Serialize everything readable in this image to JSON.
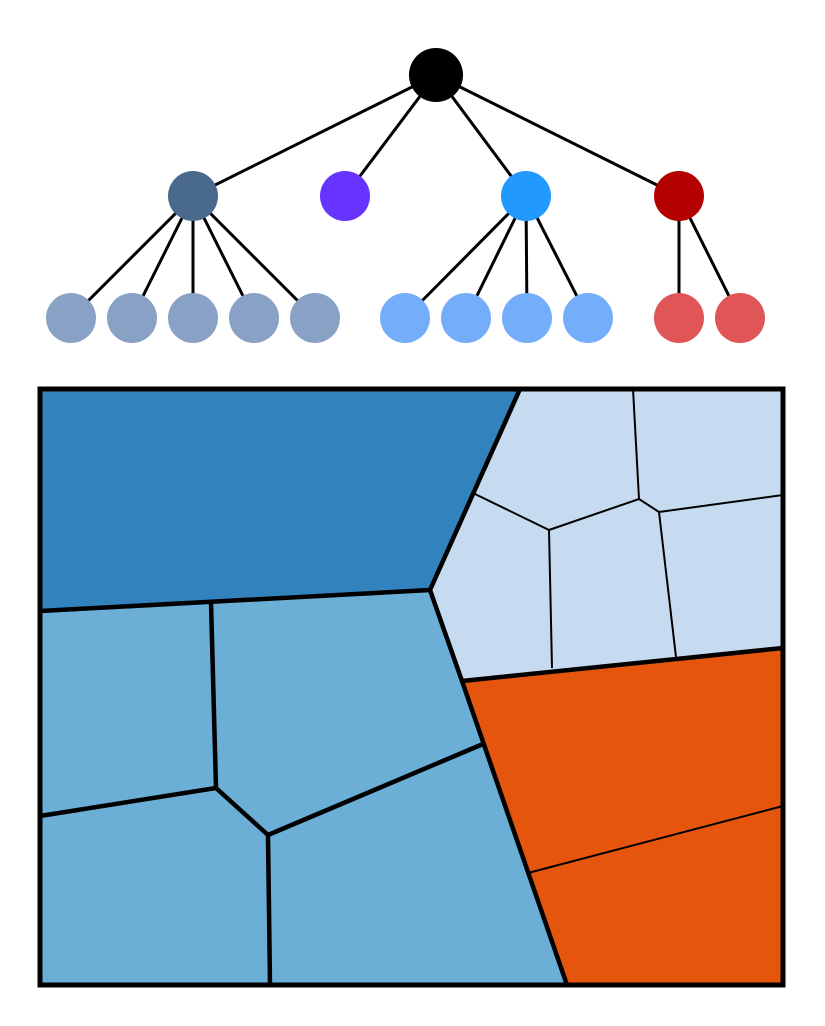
{
  "colors": {
    "background": "#ffffff",
    "outline": "#000000",
    "root": "#000000",
    "group_dark_slate": "#4a6a8d",
    "group_violet": "#6633ff",
    "group_azure": "#2299ff",
    "group_crimson": "#b30000",
    "leaf_slate": "#8aa1c6",
    "leaf_azure": "#74aefa",
    "leaf_crimson": "#e05555",
    "region_dark_blue": "#3282bd",
    "region_mid_blue": "#6baed6",
    "region_light_blue": "#c6dbef",
    "region_orange": "#e6550d"
  },
  "tree": {
    "root": {
      "color": "root"
    },
    "children": [
      {
        "color": "group_dark_slate",
        "leaf_color": "leaf_slate",
        "leaves": 5
      },
      {
        "color": "group_violet",
        "leaf_color": null,
        "leaves": 0
      },
      {
        "color": "group_azure",
        "leaf_color": "leaf_azure",
        "leaves": 4
      },
      {
        "color": "group_crimson",
        "leaf_color": "leaf_crimson",
        "leaves": 2
      }
    ]
  },
  "treemap": {
    "regions": [
      {
        "group": "group_dark_slate",
        "color": "region_dark_blue",
        "cells": 1
      },
      {
        "group": "group_azure",
        "color": "region_light_blue",
        "cells": 5
      },
      {
        "group": "group_slate",
        "color": "region_mid_blue",
        "cells": 4
      },
      {
        "group": "group_crimson",
        "color": "region_orange",
        "cells": 2
      }
    ]
  }
}
